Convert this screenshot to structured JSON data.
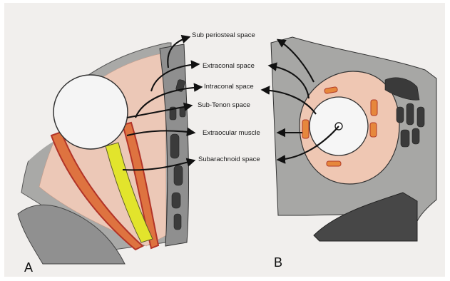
{
  "figure": {
    "labels": {
      "subperiosteal": "Sub periosteal space",
      "extraconal": "Extraconal space",
      "intraconal": "Intraconal space",
      "subtenon": "Sub-Tenon space",
      "extraocular": "Extraocular muscle",
      "subarachnoid": "Subarachnoid space"
    },
    "panels": {
      "a": "A",
      "b": "B"
    }
  },
  "colors": {
    "paper": "#f2f0ee",
    "bone_gray": "#9a9a98",
    "dark_gray": "#3d3d3d",
    "orbital_fat": "#ecc6b5",
    "muscle": "#e27a3a",
    "muscle_red": "#c2352c",
    "optic_nerve": "#e3e52a",
    "globe": "#f4f4f4"
  }
}
